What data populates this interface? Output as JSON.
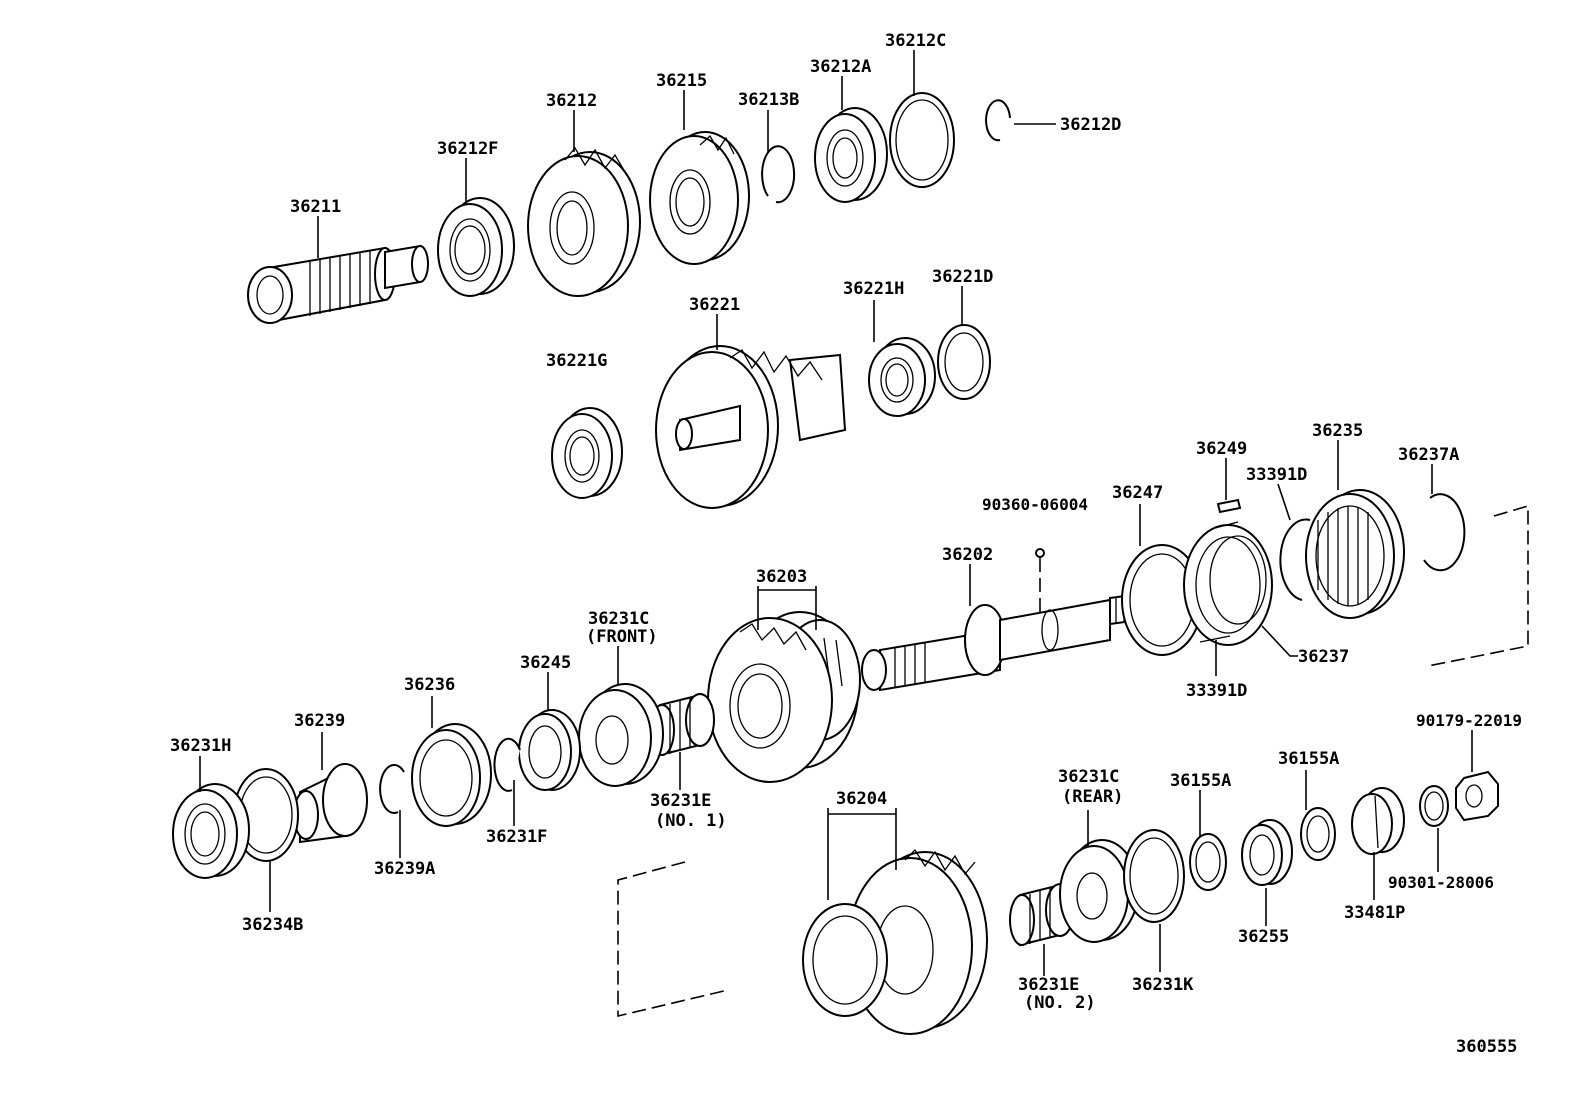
{
  "diagram_id": "360555",
  "labels": {
    "p36211": "36211",
    "p36212F": "36212F",
    "p36212": "36212",
    "p36215": "36215",
    "p36213B": "36213B",
    "p36212A": "36212A",
    "p36212C": "36212C",
    "p36212D": "36212D",
    "p36221G": "36221G",
    "p36221": "36221",
    "p36221H": "36221H",
    "p36221D": "36221D",
    "p90360": "90360-06004",
    "p36202": "36202",
    "p36247": "36247",
    "p36249": "36249",
    "p33391D_top": "33391D",
    "p36235": "36235",
    "p36237A": "36237A",
    "p36237": "36237",
    "p33391D_bot": "33391D",
    "p36203": "36203",
    "p36231C_front": "36231C",
    "front_note": "(FRONT)",
    "p36245": "36245",
    "p36236": "36236",
    "p36239": "36239",
    "p36231H": "36231H",
    "p36231E_1": "36231E",
    "no1_note": "(NO. 1)",
    "p36231F": "36231F",
    "p36239A": "36239A",
    "p36234B": "36234B",
    "p36204": "36204",
    "p36231C_rear": "36231C",
    "rear_note": "(REAR)",
    "p36155A_1": "36155A",
    "p36155A_2": "36155A",
    "p90179": "90179-22019",
    "p90301": "90301-28006",
    "p33481P": "33481P",
    "p36255": "36255",
    "p36231K": "36231K",
    "p36231E_2": "36231E",
    "no2_note": "(NO. 2)"
  }
}
